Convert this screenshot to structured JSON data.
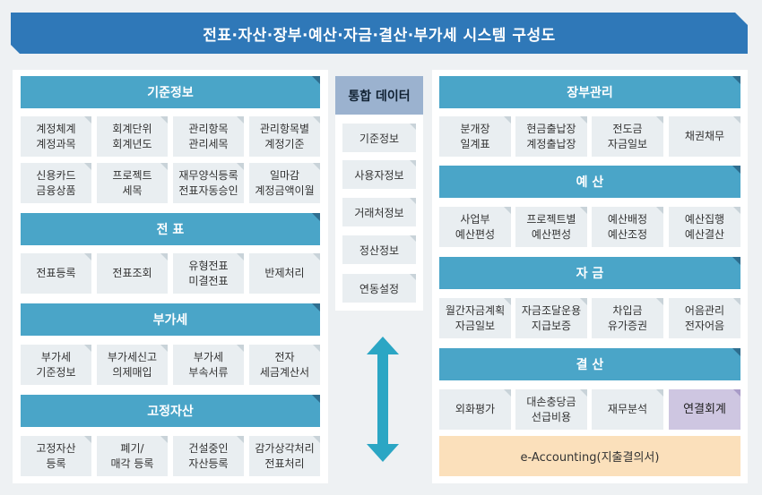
{
  "title": "전표·자산·장부·예산·자금·결산·부가세 시스템 구성도",
  "left": {
    "sections": [
      {
        "header": "기준정보",
        "cells": [
          "계정체계\n계정과목",
          "회계단위\n회계년도",
          "관리항목\n관리세목",
          "관리항목별\n계정기준",
          "신용카드\n금융상품",
          "프로젝트\n세목",
          "재무양식등록\n전표자동승인",
          "일마감\n계정금액이월"
        ]
      },
      {
        "header": "전 표",
        "cells": [
          "전표등록",
          "전표조회",
          "유형전표\n미결전표",
          "반제처리"
        ]
      },
      {
        "header": "부가세",
        "cells": [
          "부가세\n기준정보",
          "부가세신고\n의제매입",
          "부가세\n부속서류",
          "전자\n세금계산서"
        ]
      },
      {
        "header": "고정자산",
        "cells": [
          "고정자산\n등록",
          "폐기/\n매각 등록",
          "건설중인\n자산등록",
          "감가상각처리\n전표처리"
        ]
      }
    ]
  },
  "middle": {
    "header": "통합 데이터",
    "items": [
      "기준정보",
      "사용자정보",
      "거래처정보",
      "정산정보",
      "연동설정"
    ]
  },
  "right": {
    "sections": [
      {
        "header": "장부관리",
        "cells": [
          "분개장\n일계표",
          "현금출납장\n계정출납장",
          "전도금\n자금일보",
          "채권채무"
        ]
      },
      {
        "header": "예 산",
        "cells": [
          "사업부\n예산편성",
          "프로젝트별\n예산편성",
          "예산배정\n예산조정",
          "예산집행\n예산결산"
        ]
      },
      {
        "header": "자 금",
        "cells": [
          "월간자금계획\n자금일보",
          "자금조달운용\n지급보증",
          "차입금\n유가증권",
          "어음관리\n전자어음"
        ]
      },
      {
        "header": "결 산",
        "cells": [
          "외화평가",
          "대손충당금\n선급비용",
          "재무분석",
          "연결회계"
        ]
      }
    ],
    "accounting": "e-Accounting(지출결의서)"
  },
  "colors": {
    "title": "#2f78b8",
    "header": "#4aa5c8",
    "middle_header": "#9bb2cf",
    "highlight": "#cec6e1",
    "accounting": "#fbe0bb",
    "arrow": "#2ba6c4"
  }
}
